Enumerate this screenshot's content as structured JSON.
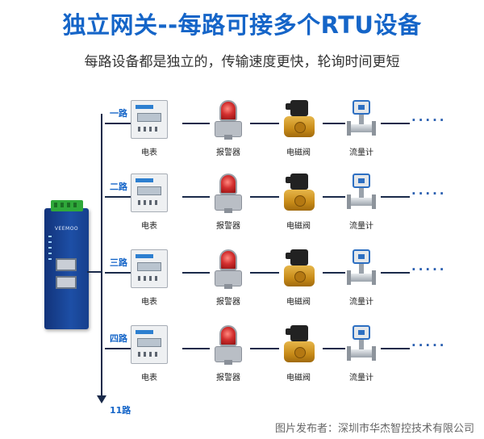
{
  "header": {
    "title": "独立网关--每路可接多个RTU设备",
    "subtitle": "每路设备都是独立的，传输速度更快，轮询时间更短"
  },
  "gateway": {
    "brand": "VEEMOO"
  },
  "rows": [
    {
      "label": "一路"
    },
    {
      "label": "二路"
    },
    {
      "label": "三路"
    },
    {
      "label": "四路"
    }
  ],
  "devices": {
    "meter": "电表",
    "alarm": "报警器",
    "valve": "电磁阀",
    "flowmeter": "流量计",
    "more": "·····"
  },
  "trunk_end_label": "11路",
  "credit": "图片发布者：深圳市华杰智控技术有限公司",
  "colors": {
    "title": "#1565c8",
    "line": "#1a2a4a",
    "gateway": "#1d4fa6"
  }
}
